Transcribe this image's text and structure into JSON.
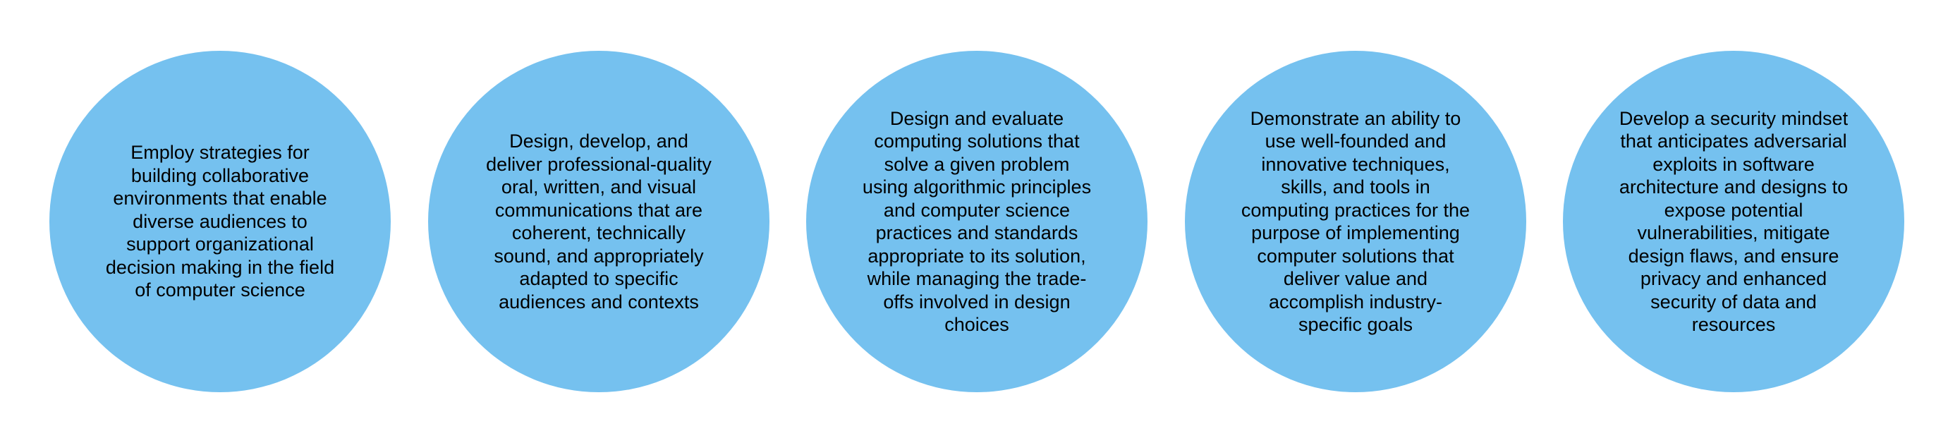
{
  "circles": [
    {
      "text": "Employ strategies for building collaborative environments that enable diverse audiences to support organizational decision making in the field of computer science"
    },
    {
      "text": "Design, develop, and deliver professional-quality oral, written, and visual communications that are coherent, technically sound, and appropriately adapted to specific audiences and contexts"
    },
    {
      "text": "Design and evaluate computing solutions that solve a given problem using algorithmic principles and computer science practices and standards appropriate to its solution, while managing the trade-offs involved in design choices"
    },
    {
      "text": "Demonstrate an ability to use well-founded and innovative techniques, skills, and tools in computing practices for the purpose of implementing computer solutions that deliver value and accomplish industry-specific goals"
    },
    {
      "text": "Develop a security mindset that anticipates adversarial exploits in software architecture and designs to expose potential vulnerabilities, mitigate design flaws, and ensure privacy and enhanced security of data and resources"
    }
  ],
  "colors": {
    "circle_fill": "#75c1ef",
    "text": "#000000",
    "background": "#ffffff"
  }
}
